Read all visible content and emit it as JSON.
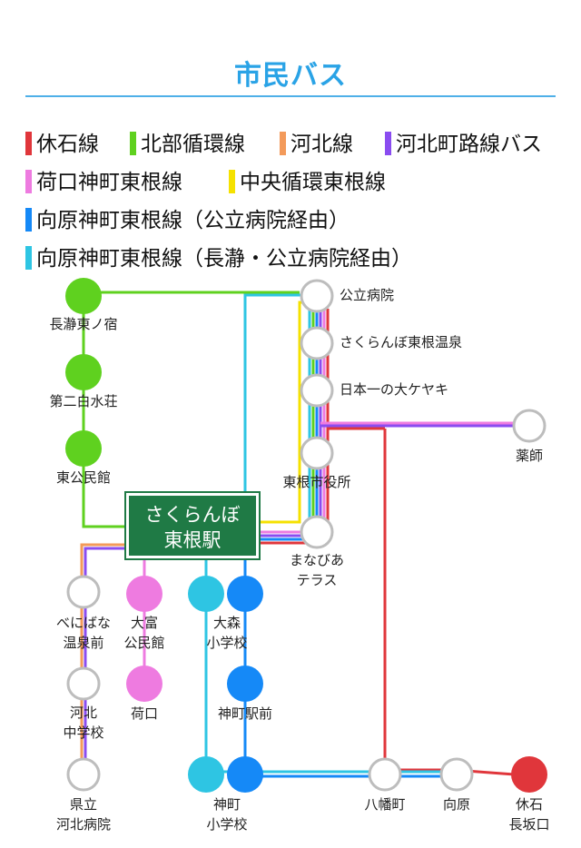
{
  "header": {
    "title": "市民バス"
  },
  "legend": [
    {
      "label": "休石線",
      "color": "#e0363b"
    },
    {
      "label": "北部循環線",
      "color": "#5fd11f"
    },
    {
      "label": "河北線",
      "color": "#f39a5a"
    },
    {
      "label": "河北町路線バス",
      "color": "#8a4cf0"
    },
    {
      "label": "荷口神町東根線",
      "color": "#ee7be0"
    },
    {
      "label": "中央循環東根線",
      "color": "#f5e100"
    },
    {
      "label": "向原神町東根線（公立病院経由）",
      "color": "#1589f7"
    },
    {
      "label": "向原神町東根線（長瀞・公立病院経由）",
      "color": "#2ec5e3"
    }
  ],
  "hub": {
    "line1": "さくらんぼ",
    "line2": "東根駅"
  },
  "stops": {
    "nagatoro": "長瀞東ノ宿",
    "daini": "第二白水荘",
    "higashikominkan": "東公民館",
    "koritsu": "公立病院",
    "sakuranbo_onsen": "さくらんぼ東根温泉",
    "keyaki": "日本一の大ケヤキ",
    "yakushi": "薬師",
    "shiyakusho": "東根市役所",
    "manabia_1": "まなびあ",
    "manabia_2": "テラス",
    "benibana_1": "べにばな",
    "benibana_2": "温泉前",
    "otomi_1": "大富",
    "otomi_2": "公民館",
    "omori_1": "大森",
    "omori_2": "小学校",
    "kahoku_chu_1": "河北",
    "kahoku_chu_2": "中学校",
    "niguchi": "荷口",
    "jinmachi_eki": "神町駅前",
    "kenritsu_1": "県立",
    "kenritsu_2": "河北病院",
    "jinmachi_sho_1": "神町",
    "jinmachi_sho_2": "小学校",
    "yawatamachi": "八幡町",
    "mukaihara": "向原",
    "kyuseki_1": "休石",
    "kyuseki_2": "長坂口"
  }
}
